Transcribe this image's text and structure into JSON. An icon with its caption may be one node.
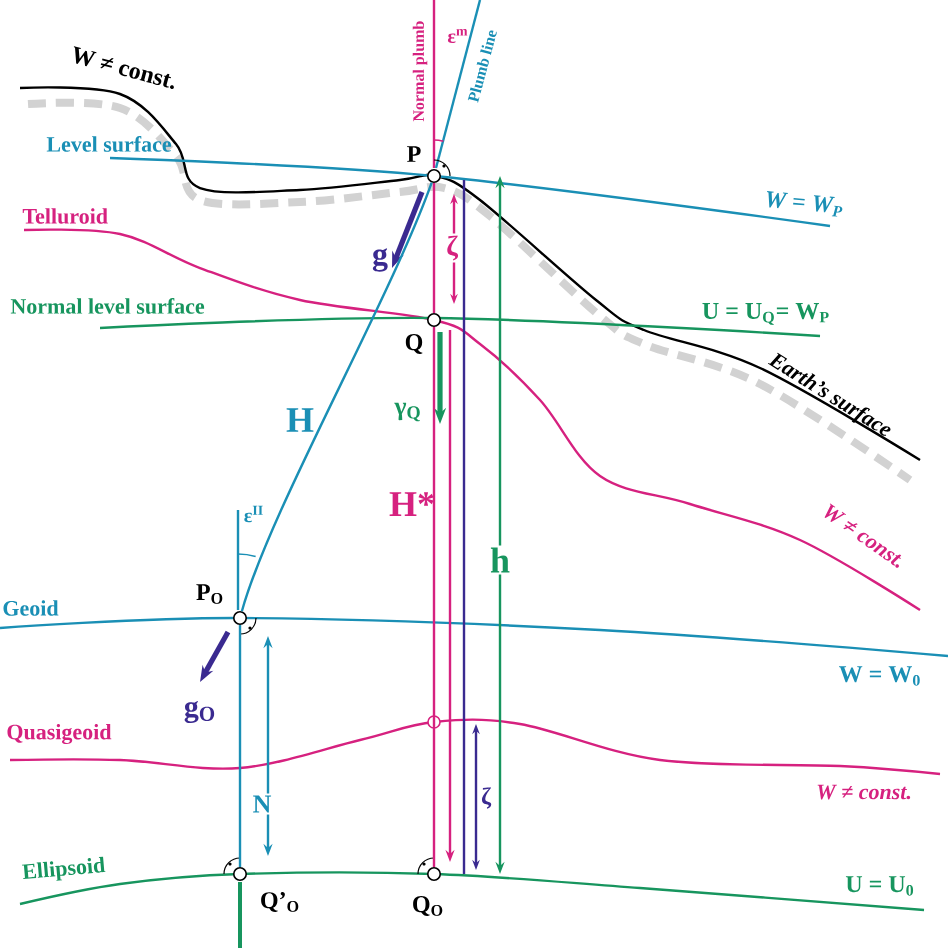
{
  "diagram": {
    "nodes": [
      {
        "text": [
          "P"
        ]
      },
      {
        "text": [
          "Q"
        ]
      },
      {
        "text": [
          "P$_{O}$"
        ]
      },
      {
        "text": [
          "Q’$_{O}$"
        ]
      },
      {
        "text": [
          "Q$_{O}$"
        ]
      }
    ],
    "edges": [
      {
        "from": 0,
        "to": 1,
        "arrow": "none",
        "color": "#d6217f"
      },
      {
        "from": 1,
        "to": 4,
        "arrow": "none",
        "color": "#d6217f"
      },
      {
        "from": 0,
        "to": 2,
        "arrow": "none",
        "color": "#1a8fb5"
      },
      {
        "from": 2,
        "to": 3,
        "arrow": "none",
        "color": "#1a8fb5"
      }
    ],
    "labels": [
      "Normal plumb",
      "ε$^{m}$",
      "Plumb line",
      "W ≠ const.",
      "Level surface",
      "W = W$_{P}$",
      "Telluroid",
      "g",
      "ζ",
      "Normal level surface",
      "U = U$_{Q}$= W$_{P}$",
      "Earth’s surface",
      "γ$_{Q}$",
      "H",
      "H*",
      "h",
      "W ≠ const.",
      "Geoid",
      "ε$^{II}$",
      "g$_{O}$",
      "W = W$_{0}$",
      "Quasigeoid",
      "N",
      "ζ",
      "W ≠ const.",
      "Ellipsoid",
      "U = U$_{0}$"
    ]
  }
}
